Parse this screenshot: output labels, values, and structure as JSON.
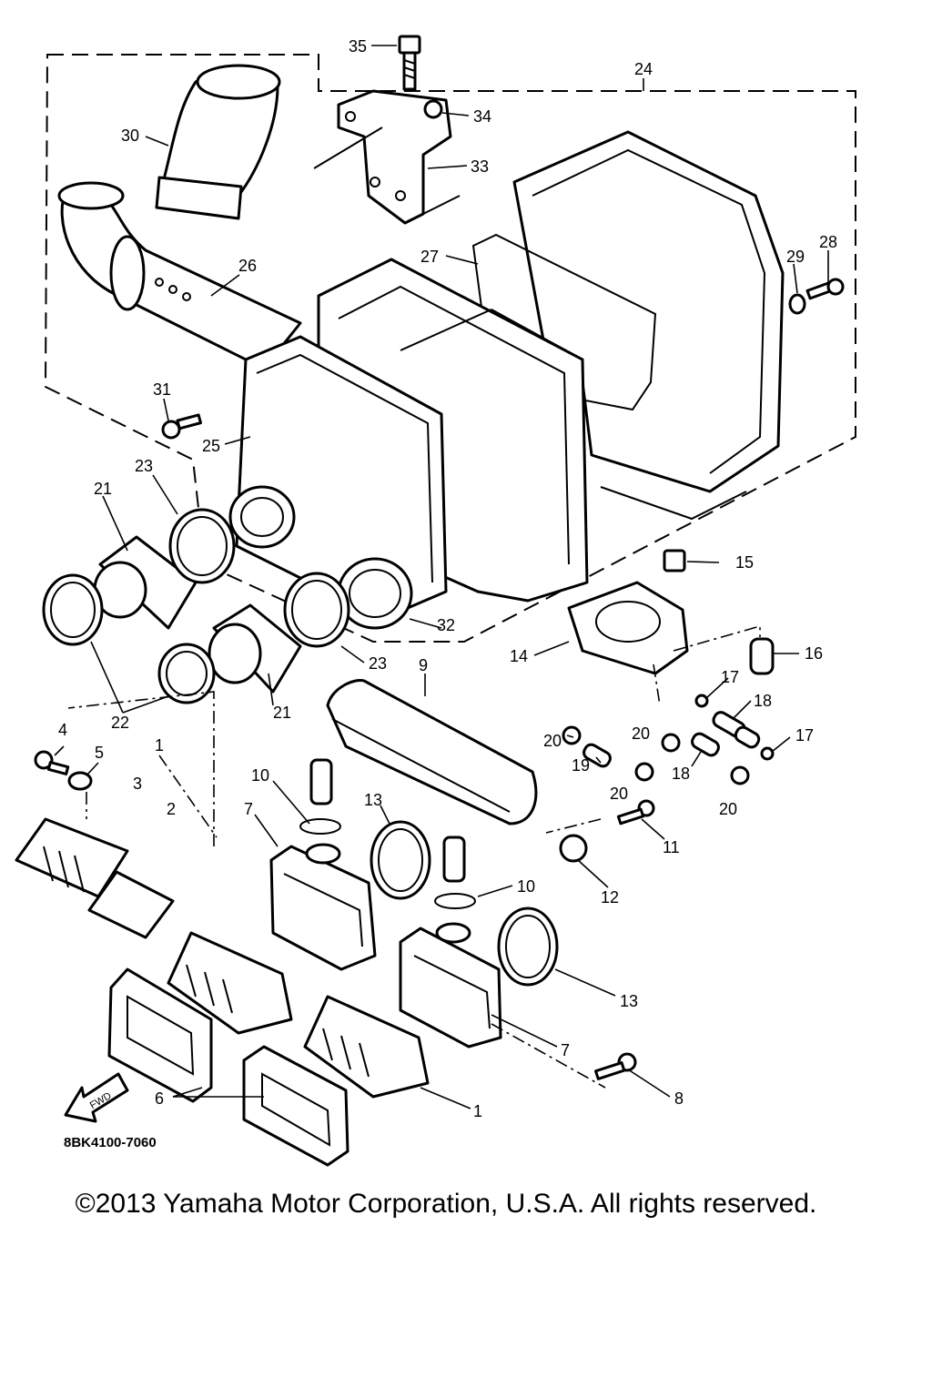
{
  "diagram_code": "8BK4100-7060",
  "fwd_label": "FWD",
  "copyright": "©2013 Yamaha Motor Corporation, U.S.A. All rights reserved.",
  "callouts": {
    "c1a": "1",
    "c1b": "1",
    "c2": "2",
    "c3": "3",
    "c4": "4",
    "c5": "5",
    "c6": "6",
    "c7a": "7",
    "c7b": "7",
    "c8": "8",
    "c9": "9",
    "c10a": "10",
    "c10b": "10",
    "c11": "11",
    "c12": "12",
    "c13a": "13",
    "c13b": "13",
    "c14": "14",
    "c15": "15",
    "c16": "16",
    "c17a": "17",
    "c17b": "17",
    "c18a": "18",
    "c18b": "18",
    "c19": "19",
    "c20a": "20",
    "c20b": "20",
    "c20c": "20",
    "c20d": "20",
    "c21a": "21",
    "c21b": "21",
    "c22": "22",
    "c23a": "23",
    "c23b": "23",
    "c24": "24",
    "c25": "25",
    "c26": "26",
    "c27": "27",
    "c28": "28",
    "c29": "29",
    "c30": "30",
    "c31": "31",
    "c32": "32",
    "c33": "33",
    "c34": "34",
    "c35": "35"
  }
}
